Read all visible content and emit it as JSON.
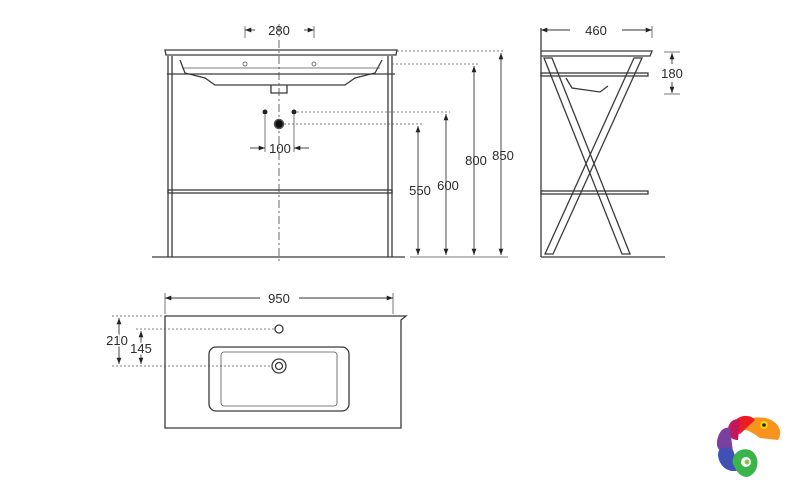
{
  "front_view": {
    "tap_spacing": "280",
    "waste_spacing": "100",
    "waste_height": "550",
    "supply_height": "600",
    "basin_height": "800",
    "total_height": "850"
  },
  "side_view": {
    "depth": "460",
    "basin_depth": "180"
  },
  "top_view": {
    "width": "950",
    "tap_offset": "210",
    "drain_offset": "145"
  },
  "logo": {
    "icon": "chameleon-logo",
    "colors": [
      "#f7941d",
      "#ed1c24",
      "#c2185b",
      "#7b3fa0",
      "#3f51b5",
      "#39b54a",
      "#ffd200"
    ]
  }
}
